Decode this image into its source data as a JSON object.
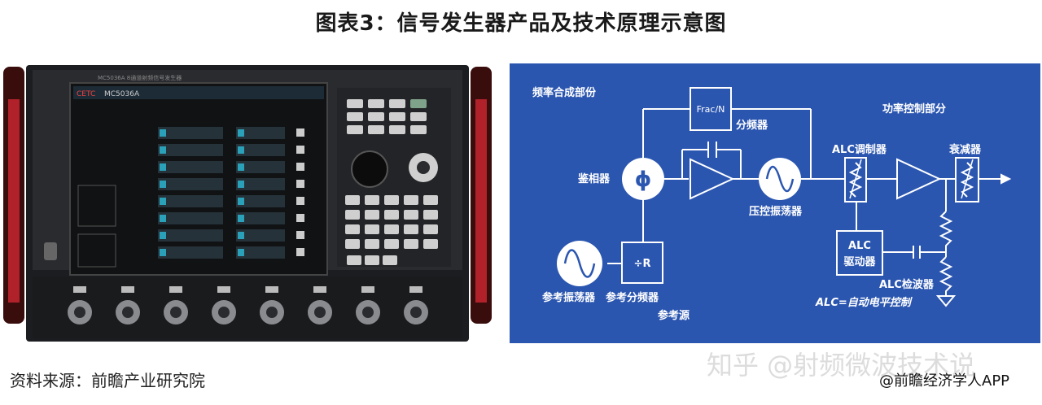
{
  "title": "图表3：信号发生器产品及技术原理示意图",
  "source": "资料来源：前瞻产业研究院",
  "watermark_zhihu": "知乎 @射频微波技术说",
  "watermark_app": "@前瞻经济学人APP",
  "instrument": {
    "logo": "CETC",
    "model": "MC5036A",
    "sub_model": "MC5036A 8通道射频信号发生器"
  },
  "diagram": {
    "freq_section": "频率合成部份",
    "power_section": "功率控制部分",
    "frac_n": "Frac/N",
    "divider": "分频器",
    "phase_detector": "鉴相器",
    "phase_symbol": "ϕ",
    "vco": "压控振荡器",
    "alc_modulator": "ALC调制器",
    "attenuator": "衰减器",
    "alc_driver_top": "ALC",
    "alc_driver_bottom": "驱动器",
    "alc_detector": "ALC检波器",
    "ref_osc": "参考振荡器",
    "ref_div_box": "÷R",
    "ref_divider": "参考分频器",
    "ref_source": "参考源",
    "alc_note": "ALC=自动电平控制"
  }
}
